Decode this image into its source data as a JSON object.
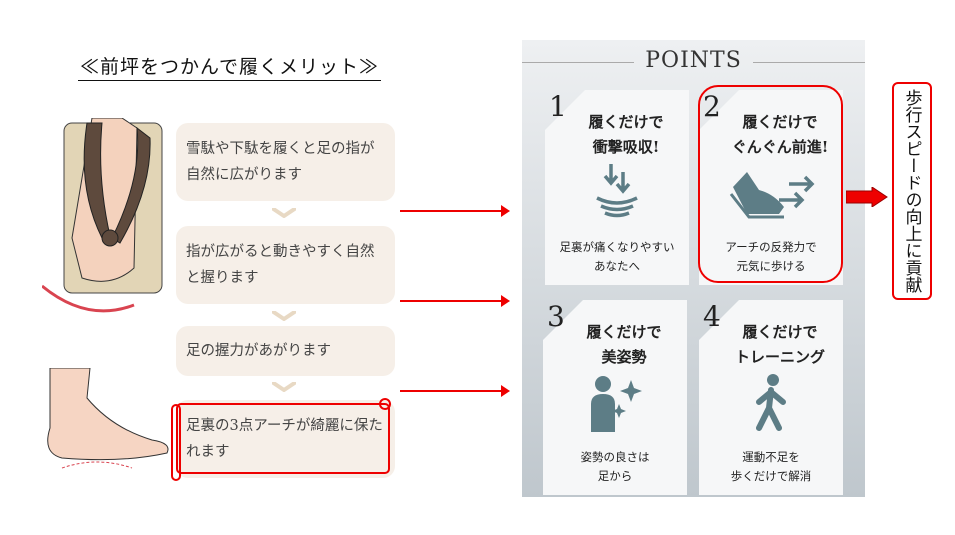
{
  "title": "≪前坪をつかんで履くメリット≫",
  "steps": [
    "雪駄や下駄を履くと足の指が自然に広がります",
    "指が広がると動きやすく自然と握ります",
    "足の握力があがります",
    "足裏の3点アーチが綺麗に保たれます"
  ],
  "points": {
    "heading": "POINTS",
    "cards": [
      {
        "num": "1",
        "title1": "履くだけで",
        "title2": "衝撃吸収!",
        "icon": "impact-absorb-icon",
        "sub1": "足裏が痛くなりやすい",
        "sub2": "あなたへ"
      },
      {
        "num": "2",
        "title1": "履くだけで",
        "title2": "ぐんぐん前進!",
        "icon": "shoe-forward-icon",
        "sub1": "アーチの反発力で",
        "sub2": "元気に歩ける"
      },
      {
        "num": "3",
        "title1": "履くだけで",
        "title2": "美姿勢",
        "icon": "posture-sparkle-icon",
        "sub1": "姿勢の良さは",
        "sub2": "足から"
      },
      {
        "num": "4",
        "title1": "履くだけで",
        "title2": "トレーニング",
        "icon": "walking-person-icon",
        "sub1": "運動不足を",
        "sub2": "歩くだけで解消"
      }
    ]
  },
  "result": "歩行スピードの向上に貢献",
  "colors": {
    "accent": "#e00000",
    "icon": "#5d7d86",
    "step_bg": "#f6efe8",
    "chevron": "#e8d9c4"
  }
}
